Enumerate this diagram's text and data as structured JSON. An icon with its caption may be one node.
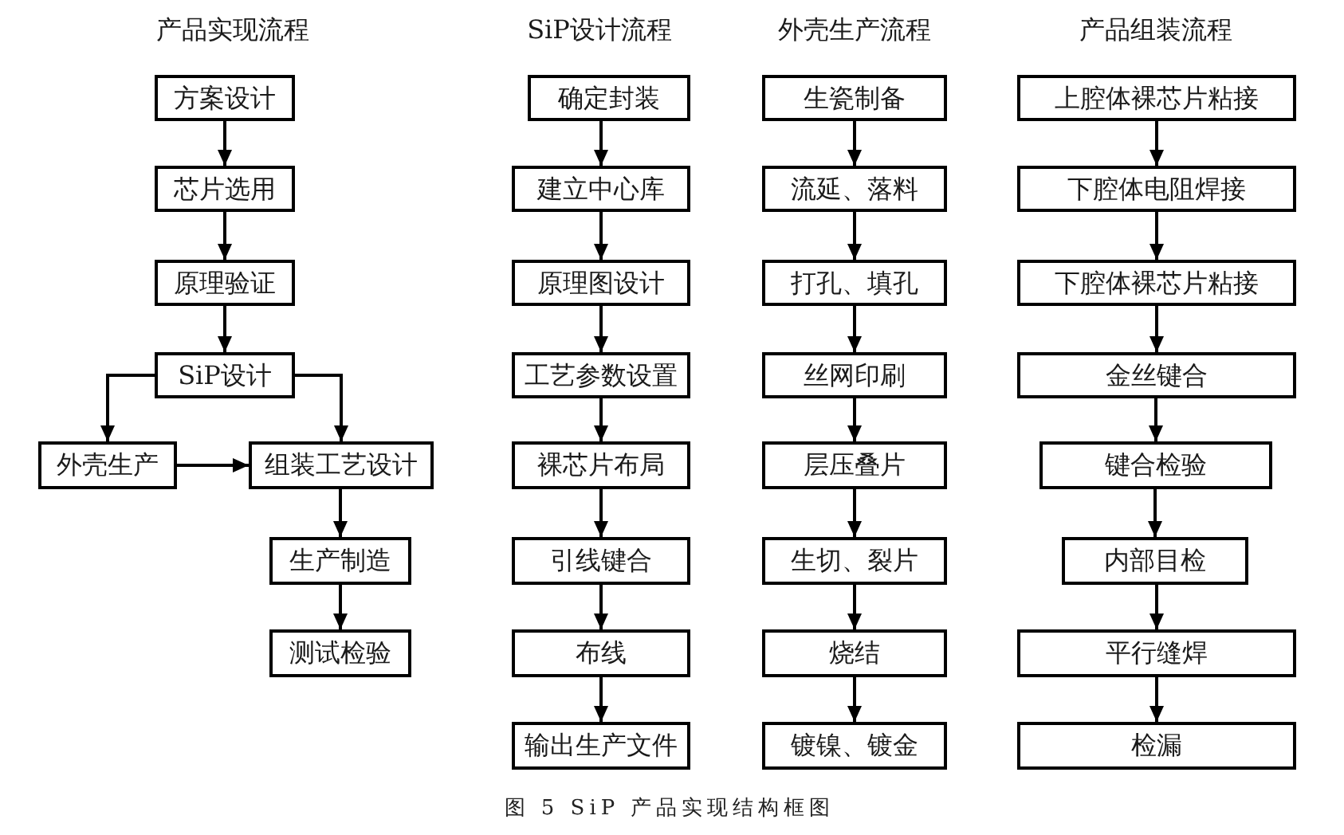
{
  "diagram": {
    "caption": "图 5 SiP 产品实现结构框图",
    "nodes": [
      {
        "text": [
          "方案设计"
        ]
      },
      {
        "text": [
          "芯片选用"
        ]
      },
      {
        "text": [
          "原理验证"
        ]
      },
      {
        "text": [
          "SiP设计"
        ]
      },
      {
        "text": [
          "外壳生产"
        ]
      },
      {
        "text": [
          "组装工艺设计"
        ]
      },
      {
        "text": [
          "生产制造"
        ]
      },
      {
        "text": [
          "测试检验"
        ]
      },
      {
        "text": [
          "确定封装"
        ]
      },
      {
        "text": [
          "建立中心库"
        ]
      },
      {
        "text": [
          "原理图设计"
        ]
      },
      {
        "text": [
          "工艺参数设置"
        ]
      },
      {
        "text": [
          "裸芯片布局"
        ]
      },
      {
        "text": [
          "引线键合"
        ]
      },
      {
        "text": [
          "布线"
        ]
      },
      {
        "text": [
          "输出生产文件"
        ]
      },
      {
        "text": [
          "生瓷制备"
        ]
      },
      {
        "text": [
          "流延、落料"
        ]
      },
      {
        "text": [
          "打孔、填孔"
        ]
      },
      {
        "text": [
          "丝网印刷"
        ]
      },
      {
        "text": [
          "层压叠片"
        ]
      },
      {
        "text": [
          "生切、裂片"
        ]
      },
      {
        "text": [
          "烧结"
        ]
      },
      {
        "text": [
          "镀镍、镀金"
        ]
      },
      {
        "text": [
          "上腔体裸芯片粘接"
        ]
      },
      {
        "text": [
          "下腔体电阻焊接"
        ]
      },
      {
        "text": [
          "下腔体裸芯片粘接"
        ]
      },
      {
        "text": [
          "金丝键合"
        ]
      },
      {
        "text": [
          "键合检验"
        ]
      },
      {
        "text": [
          "内部目检"
        ]
      },
      {
        "text": [
          "平行缝焊"
        ]
      },
      {
        "text": [
          "检漏"
        ]
      }
    ],
    "edges": [
      {
        "from": 0,
        "to": 1,
        "arrow": "to"
      },
      {
        "from": 1,
        "to": 2,
        "arrow": "to"
      },
      {
        "from": 2,
        "to": 3,
        "arrow": "to"
      },
      {
        "from": 3,
        "to": 4,
        "arrow": "to"
      },
      {
        "from": 3,
        "to": 5,
        "arrow": "to"
      },
      {
        "from": 4,
        "to": 5,
        "arrow": "to"
      },
      {
        "from": 5,
        "to": 6,
        "arrow": "to"
      },
      {
        "from": 6,
        "to": 7,
        "arrow": "to"
      },
      {
        "from": 8,
        "to": 9,
        "arrow": "to"
      },
      {
        "from": 9,
        "to": 10,
        "arrow": "to"
      },
      {
        "from": 10,
        "to": 11,
        "arrow": "to"
      },
      {
        "from": 11,
        "to": 12,
        "arrow": "to"
      },
      {
        "from": 12,
        "to": 13,
        "arrow": "to"
      },
      {
        "from": 13,
        "to": 14,
        "arrow": "to"
      },
      {
        "from": 14,
        "to": 15,
        "arrow": "to"
      },
      {
        "from": 16,
        "to": 17,
        "arrow": "to"
      },
      {
        "from": 17,
        "to": 18,
        "arrow": "to"
      },
      {
        "from": 18,
        "to": 19,
        "arrow": "to"
      },
      {
        "from": 19,
        "to": 20,
        "arrow": "to"
      },
      {
        "from": 20,
        "to": 21,
        "arrow": "to"
      },
      {
        "from": 21,
        "to": 22,
        "arrow": "to"
      },
      {
        "from": 22,
        "to": 23,
        "arrow": "to"
      },
      {
        "from": 24,
        "to": 25,
        "arrow": "to"
      },
      {
        "from": 25,
        "to": 26,
        "arrow": "to"
      },
      {
        "from": 26,
        "to": 27,
        "arrow": "to"
      },
      {
        "from": 27,
        "to": 28,
        "arrow": "to"
      },
      {
        "from": 28,
        "to": 29,
        "arrow": "to"
      },
      {
        "from": 29,
        "to": 30,
        "arrow": "to"
      },
      {
        "from": 30,
        "to": 31,
        "arrow": "to"
      }
    ],
    "labels": [
      "产品实现流程",
      "SiP设计流程",
      "外壳生产流程",
      "产品组装流程"
    ]
  }
}
